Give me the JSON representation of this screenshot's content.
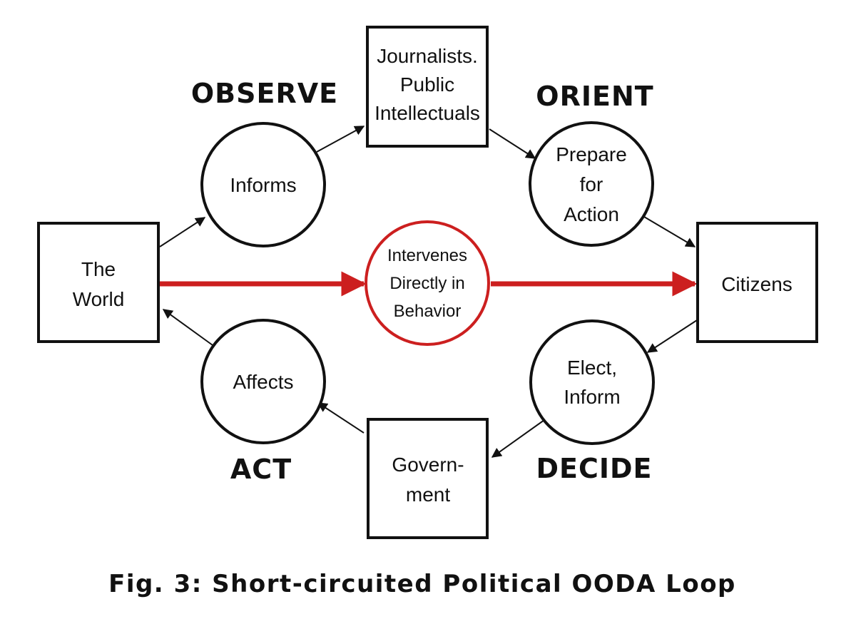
{
  "colors": {
    "stroke": "#111111",
    "highlight": "#cc1f1f",
    "background": "#ffffff"
  },
  "nodes": {
    "world": {
      "lines": [
        "The",
        "World"
      ]
    },
    "journalists": {
      "lines": [
        "Journalists.",
        "Public",
        "Intellectuals"
      ]
    },
    "citizens": {
      "lines": [
        "Citizens"
      ]
    },
    "government": {
      "lines": [
        "Govern-",
        "ment"
      ]
    },
    "informs": {
      "lines": [
        "Informs"
      ]
    },
    "prepare": {
      "lines": [
        "Prepare",
        "for",
        "Action"
      ]
    },
    "elect": {
      "lines": [
        "Elect,",
        "Inform"
      ]
    },
    "affects": {
      "lines": [
        "Affects"
      ]
    },
    "intervenes": {
      "lines": [
        "Intervenes",
        "Directly in",
        "Behavior"
      ]
    }
  },
  "stages": {
    "observe": "OBSERVE",
    "orient": "ORIENT",
    "decide": "DECIDE",
    "act": "ACT"
  },
  "caption": "Fig. 3: Short-circuited Political OODA Loop"
}
